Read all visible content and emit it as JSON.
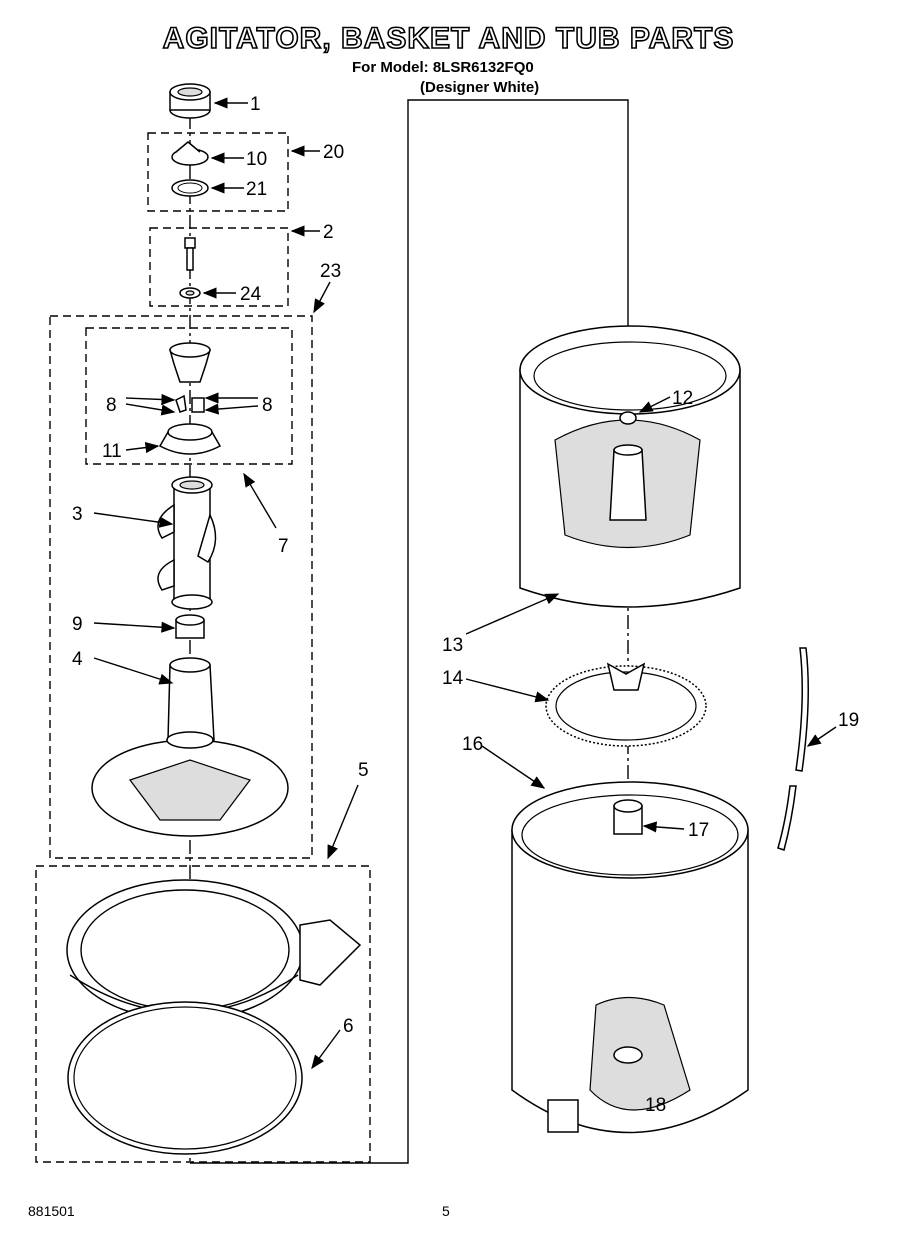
{
  "title": "AGITATOR, BASKET AND TUB PARTS",
  "subtitle_model": "For Model: 8LSR6132FQ0",
  "subtitle_color": "(Designer White)",
  "footer_code": "881501",
  "page_number": "5",
  "callouts": {
    "c1": "1",
    "c20": "20",
    "c10": "10",
    "c21": "21",
    "c2": "2",
    "c24": "24",
    "c23": "23",
    "c8a": "8",
    "c8b": "8",
    "c11": "11",
    "c7": "7",
    "c3": "3",
    "c9": "9",
    "c4": "4",
    "c5": "5",
    "c6": "6",
    "c12": "12",
    "c13": "13",
    "c14": "14",
    "c16": "16",
    "c17": "17",
    "c18": "18",
    "c19": "19"
  }
}
